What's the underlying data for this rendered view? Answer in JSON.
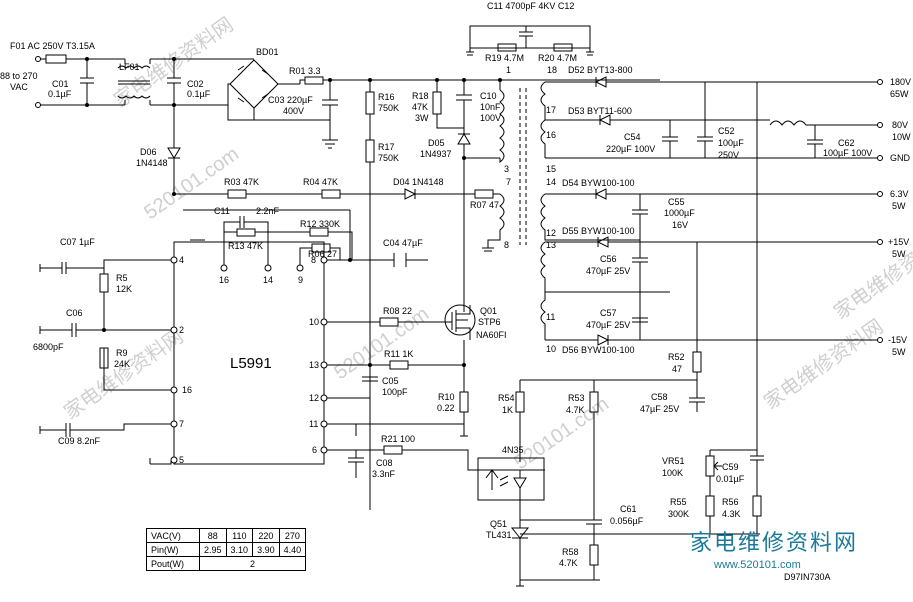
{
  "input": {
    "fuse": "F01 AC 250V T3.15A",
    "range": "88 to 270",
    "vac": "VAC"
  },
  "components": {
    "c01": [
      "C01",
      "0.1µF"
    ],
    "lf01": "LF01",
    "c02": [
      "C02",
      "0.1µF"
    ],
    "bd01": "BD01",
    "r01": "R01 3.3",
    "c03": [
      "C03 220µF",
      "400V"
    ],
    "d06": [
      "D06",
      "1N4148"
    ],
    "r16": [
      "R16",
      "750K"
    ],
    "r17": [
      "R17",
      "750K"
    ],
    "r18": [
      "R18",
      "47K",
      "3W"
    ],
    "d05": [
      "D05",
      "1N4937"
    ],
    "c10": [
      "C10",
      "10nF",
      "100V"
    ],
    "c11_top": "C11 4700pF 4KV C12",
    "r19": "R19 4.7M",
    "r20": "R20 4.7M",
    "r03": "R03 47K",
    "r04": "R04 47K",
    "d04": "D04 1N4148",
    "r07": "R07 47",
    "c11": [
      "C11",
      "2.2nF"
    ],
    "r13": "R13 47K",
    "r12": "R12 330K",
    "r06": "R06 27",
    "c04": "C04 47µF",
    "c07": "C07 1µF",
    "r5": [
      "R5",
      "12K"
    ],
    "c06": [
      "C06",
      "6800pF"
    ],
    "r9": [
      "R9",
      "24K"
    ],
    "c09": "C09 8.2nF",
    "r08": "R08 22",
    "q01": [
      "Q01",
      "STP6",
      "NA60FI"
    ],
    "r11": "R11 1K",
    "c05": [
      "C05",
      "100pF"
    ],
    "r10": [
      "R10",
      "0.22"
    ],
    "r21": "R21 100",
    "c08": [
      "C08",
      "3.3nF"
    ],
    "ic": "L5991",
    "d52": "D52 BYT13-800",
    "d53": "D53 BYT11-600",
    "c54": [
      "C54",
      "220µF 100V"
    ],
    "c52": [
      "C52",
      "100µF",
      "250V"
    ],
    "c62": [
      "C62",
      "100µF 100V"
    ],
    "d54": "D54 BYW100-100",
    "c55": [
      "C55",
      "1000µF",
      "16V"
    ],
    "d55": "D55 BYW100-100",
    "c56": [
      "C56",
      "470µF 25V"
    ],
    "c57": [
      "C57",
      "470µF 25V"
    ],
    "d56": "D56 BYW100-100",
    "r52": [
      "R52",
      "47"
    ],
    "c58": [
      "C58",
      "47µF 25V"
    ],
    "r54": [
      "R54",
      "1K"
    ],
    "r53": [
      "R53",
      "4.7K"
    ],
    "opto": "4N35",
    "c61": [
      "C61",
      "0.056µF"
    ],
    "q51": [
      "Q51",
      "TL431"
    ],
    "r58": [
      "R58",
      "4.7K"
    ],
    "vr51": [
      "VR51",
      "100K"
    ],
    "c59": [
      "C59",
      "0.01µF"
    ],
    "r55": [
      "R55",
      "300K"
    ],
    "r56": [
      "R56",
      "4.3K"
    ],
    "ref": "D97IN730A"
  },
  "ic_pins": [
    "4",
    "2",
    "16",
    "7",
    "5",
    "16",
    "14",
    "9",
    "8",
    "10",
    "13",
    "12",
    "11",
    "6"
  ],
  "transformer_pins": [
    "1",
    "3",
    "7",
    "8",
    "18",
    "17",
    "16",
    "15",
    "14",
    "13",
    "12",
    "11",
    "10"
  ],
  "outputs": [
    {
      "v": "180V",
      "w": "65W"
    },
    {
      "v": "80V",
      "w": "10W"
    },
    {
      "v": "GND",
      "w": ""
    },
    {
      "v": "6.3V",
      "w": "5W"
    },
    {
      "v": "+15V",
      "w": "5W"
    },
    {
      "v": "-15V",
      "w": "5W"
    }
  ],
  "table": {
    "rows": [
      [
        "VAC(V)",
        "88",
        "110",
        "220",
        "270"
      ],
      [
        "Pin(W)",
        "2.95",
        "3.10",
        "3.90",
        "4.40"
      ]
    ],
    "pout_label": "Pout(W)",
    "pout_value": "2"
  },
  "watermarks": {
    "brand_cn": "家电维修资料网",
    "brand_url": "www.520101.com",
    "wm1": "家电维修资料网",
    "wm2": "520101.com"
  }
}
